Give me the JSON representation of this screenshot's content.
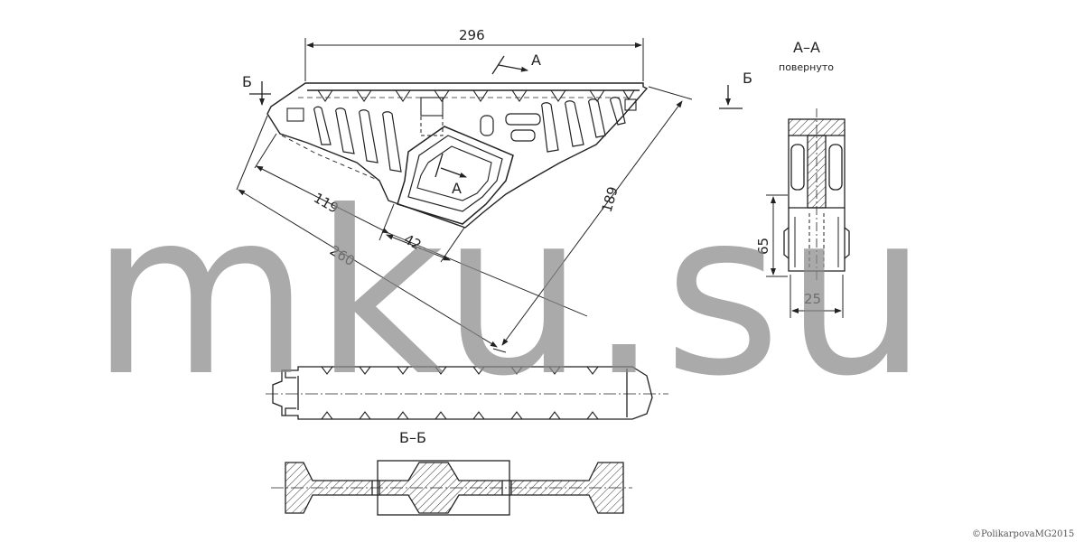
{
  "dimensions": {
    "overall_width": "296",
    "diagonal_long": "260",
    "diagonal_inner": "119",
    "insert_width": "42",
    "side_height": "189",
    "section_height": "65",
    "section_width": "25"
  },
  "section_labels": {
    "aa_title": "А–А",
    "aa_note": "повернуто",
    "cut_a": "А",
    "cut_b": "Б",
    "bb_title": "Б–Б"
  },
  "watermark": "mku.su",
  "copyright": "©PolikarpovaMG2015"
}
